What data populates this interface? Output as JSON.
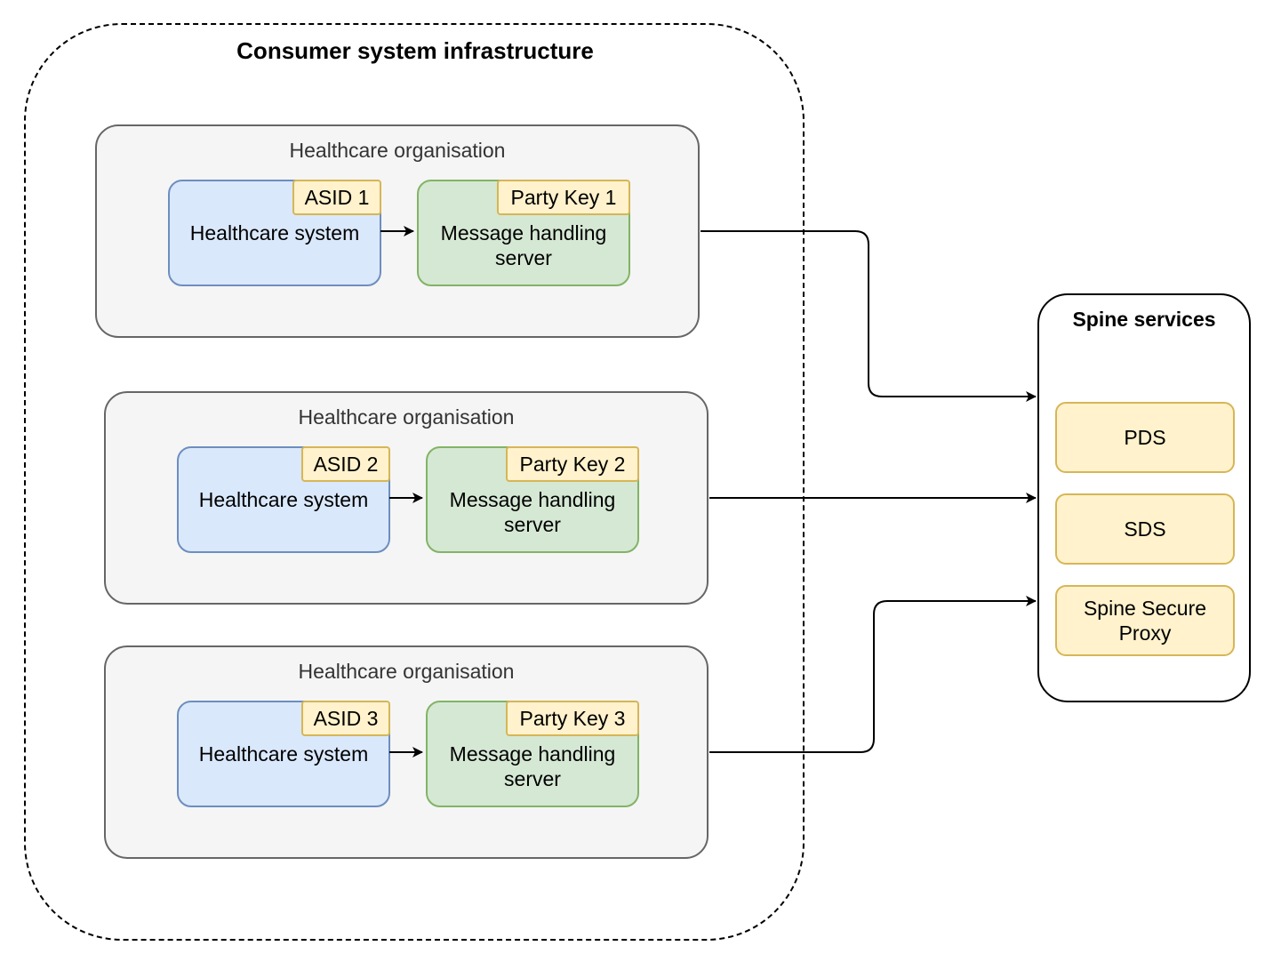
{
  "infrastructure": {
    "title": "Consumer system infrastructure"
  },
  "organisations": [
    {
      "title": "Healthcare organisation",
      "system_label": "Healthcare system",
      "asid": "ASID 1",
      "server_label": "Message handling server",
      "party_key": "Party Key 1"
    },
    {
      "title": "Healthcare organisation",
      "system_label": "Healthcare system",
      "asid": "ASID 2",
      "server_label": "Message handling server",
      "party_key": "Party Key 2"
    },
    {
      "title": "Healthcare organisation",
      "system_label": "Healthcare system",
      "asid": "ASID 3",
      "server_label": "Message handling server",
      "party_key": "Party Key 3"
    }
  ],
  "spine": {
    "title": "Spine services",
    "services": [
      "PDS",
      "SDS",
      "Spine Secure Proxy"
    ]
  },
  "colors": {
    "system_fill": "#dae8fc",
    "system_stroke": "#6c8ebf",
    "server_fill": "#d5e8d4",
    "server_stroke": "#82b366",
    "tag_fill": "#fff2cc",
    "tag_stroke": "#d6b656",
    "org_fill": "#f5f5f5",
    "org_stroke": "#666666"
  }
}
